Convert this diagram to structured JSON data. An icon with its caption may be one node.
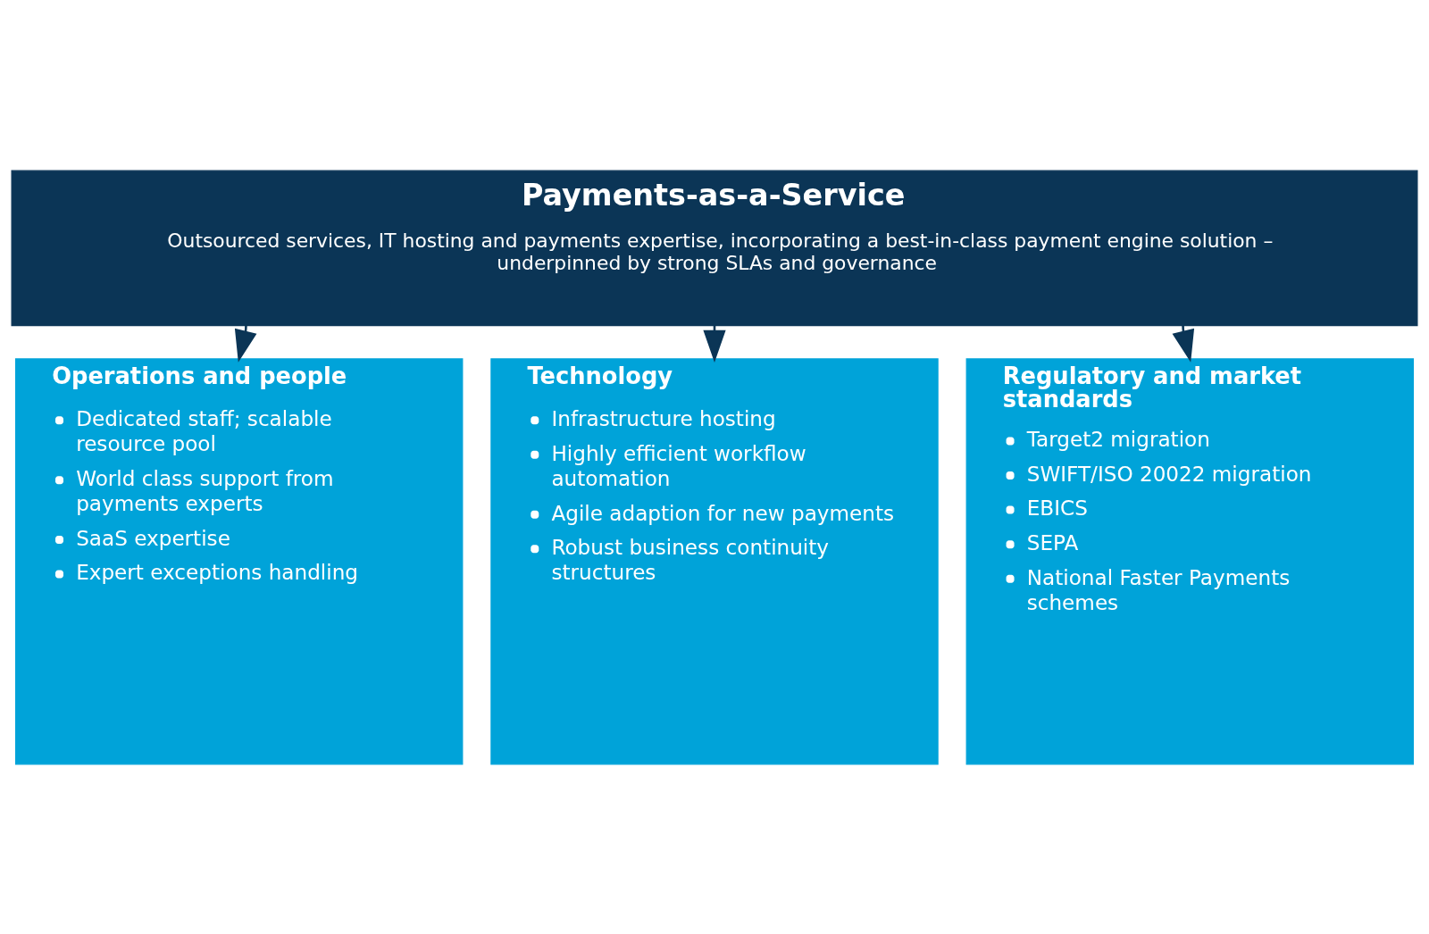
{
  "diagram": {
    "nodes": [
      {
        "text": [
          "Payments-as-a-Service",
          "Outsourced services, IT hosting and payments expertise, incorporating a best-in-class payment engine solution – underpinned by strong SLAs and governance"
        ]
      },
      {
        "text": [
          "Operations and people",
          "Dedicated staff; scalable resource pool",
          "World class support from payments experts",
          "SaaS expertise",
          "Expert exceptions handling"
        ]
      },
      {
        "text": [
          "Technology",
          "Infrastructure hosting",
          "Highly efficient workflow automation",
          "Agile adaption for new payments",
          "Robust business continuity structures"
        ]
      },
      {
        "text": [
          "Regulatory and market standards",
          "Target2 migration",
          "SWIFT/ISO 20022 migration",
          "EBICS",
          "SEPA",
          "National Faster Payments schemes"
        ]
      }
    ],
    "edges": [
      {
        "from": 0,
        "to": 1,
        "arrow": "to"
      },
      {
        "from": 0,
        "to": 2,
        "arrow": "to"
      },
      {
        "from": 0,
        "to": 3,
        "arrow": "to"
      }
    ]
  }
}
